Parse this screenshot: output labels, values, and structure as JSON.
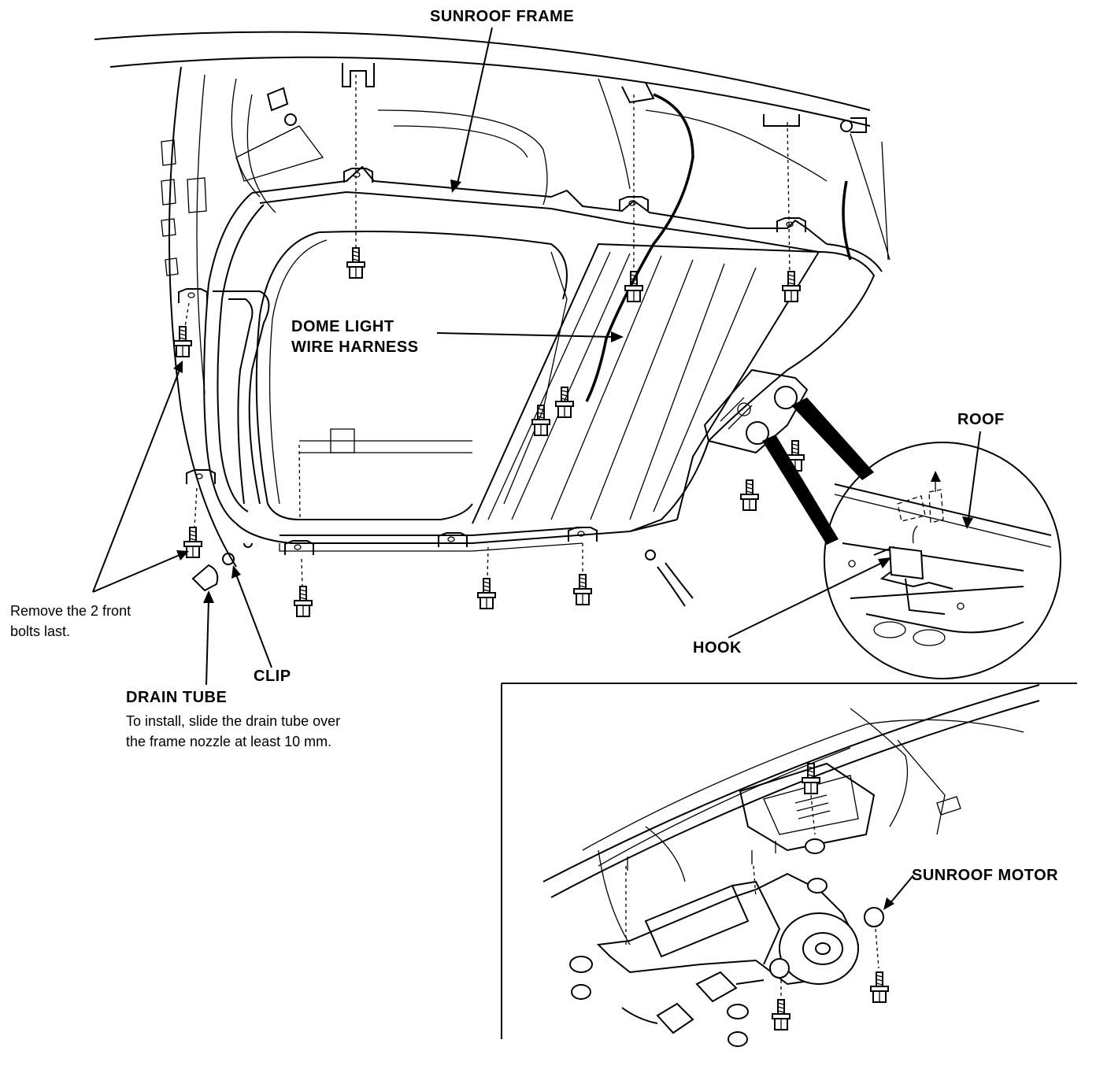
{
  "labels": {
    "sunroof_frame": "SUNROOF FRAME",
    "dome_light_line1": "DOME LIGHT",
    "dome_light_line2": "WIRE HARNESS",
    "roof": "ROOF",
    "hook": "HOOK",
    "clip": "CLIP",
    "drain_tube": "DRAIN TUBE",
    "sunroof_motor": "SUNROOF MOTOR"
  },
  "notes": {
    "front_bolts_line1": "Remove the 2 front",
    "front_bolts_line2": "bolts last.",
    "drain_tube_line1": "To install, slide the drain tube over",
    "drain_tube_line2": "the frame nozzle at least 10 mm."
  }
}
